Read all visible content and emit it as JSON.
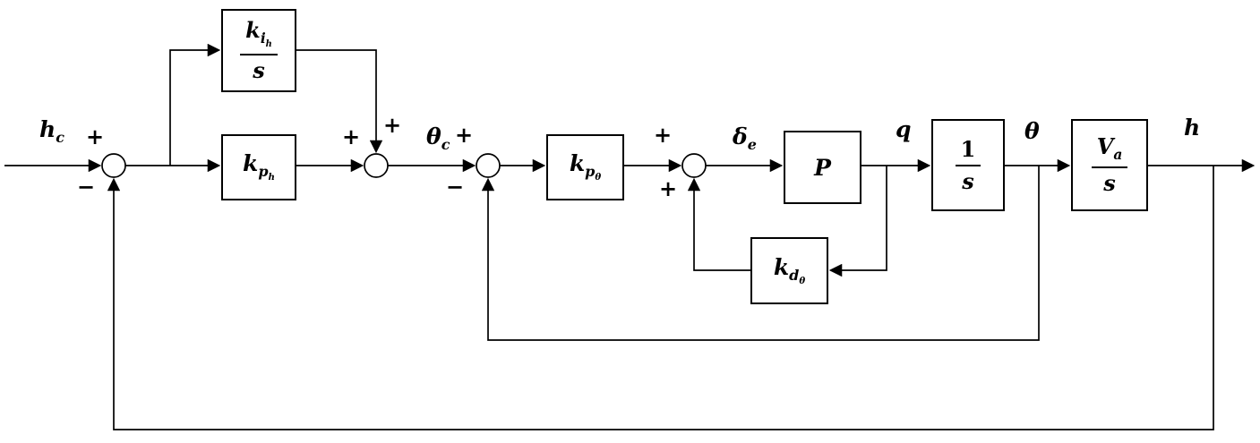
{
  "signs": {
    "plus": "+",
    "minus": "−"
  },
  "signals": {
    "h_c": {
      "base": "h",
      "sub": "c"
    },
    "theta_c": {
      "base": "θ",
      "sub": "c"
    },
    "delta_e": {
      "base": "δ",
      "sub": "e"
    },
    "q": {
      "base": "q"
    },
    "theta": {
      "base": "θ"
    },
    "h": {
      "base": "h"
    }
  },
  "blocks": {
    "ki_h": {
      "num": {
        "base": "k",
        "sub": "i",
        "subsub": "h"
      },
      "den": "s"
    },
    "kp_h": {
      "base": "k",
      "sub": "p",
      "subsub": "h"
    },
    "kp_theta": {
      "base": "k",
      "sub": "p",
      "subsub": "θ"
    },
    "kd_theta": {
      "base": "k",
      "sub": "d",
      "subsub": "θ"
    },
    "plant": {
      "label": "P"
    },
    "integrator": {
      "num": "1",
      "den": "s"
    },
    "va_over_s": {
      "num": {
        "base": "V",
        "sub": "a"
      },
      "den": "s"
    }
  }
}
